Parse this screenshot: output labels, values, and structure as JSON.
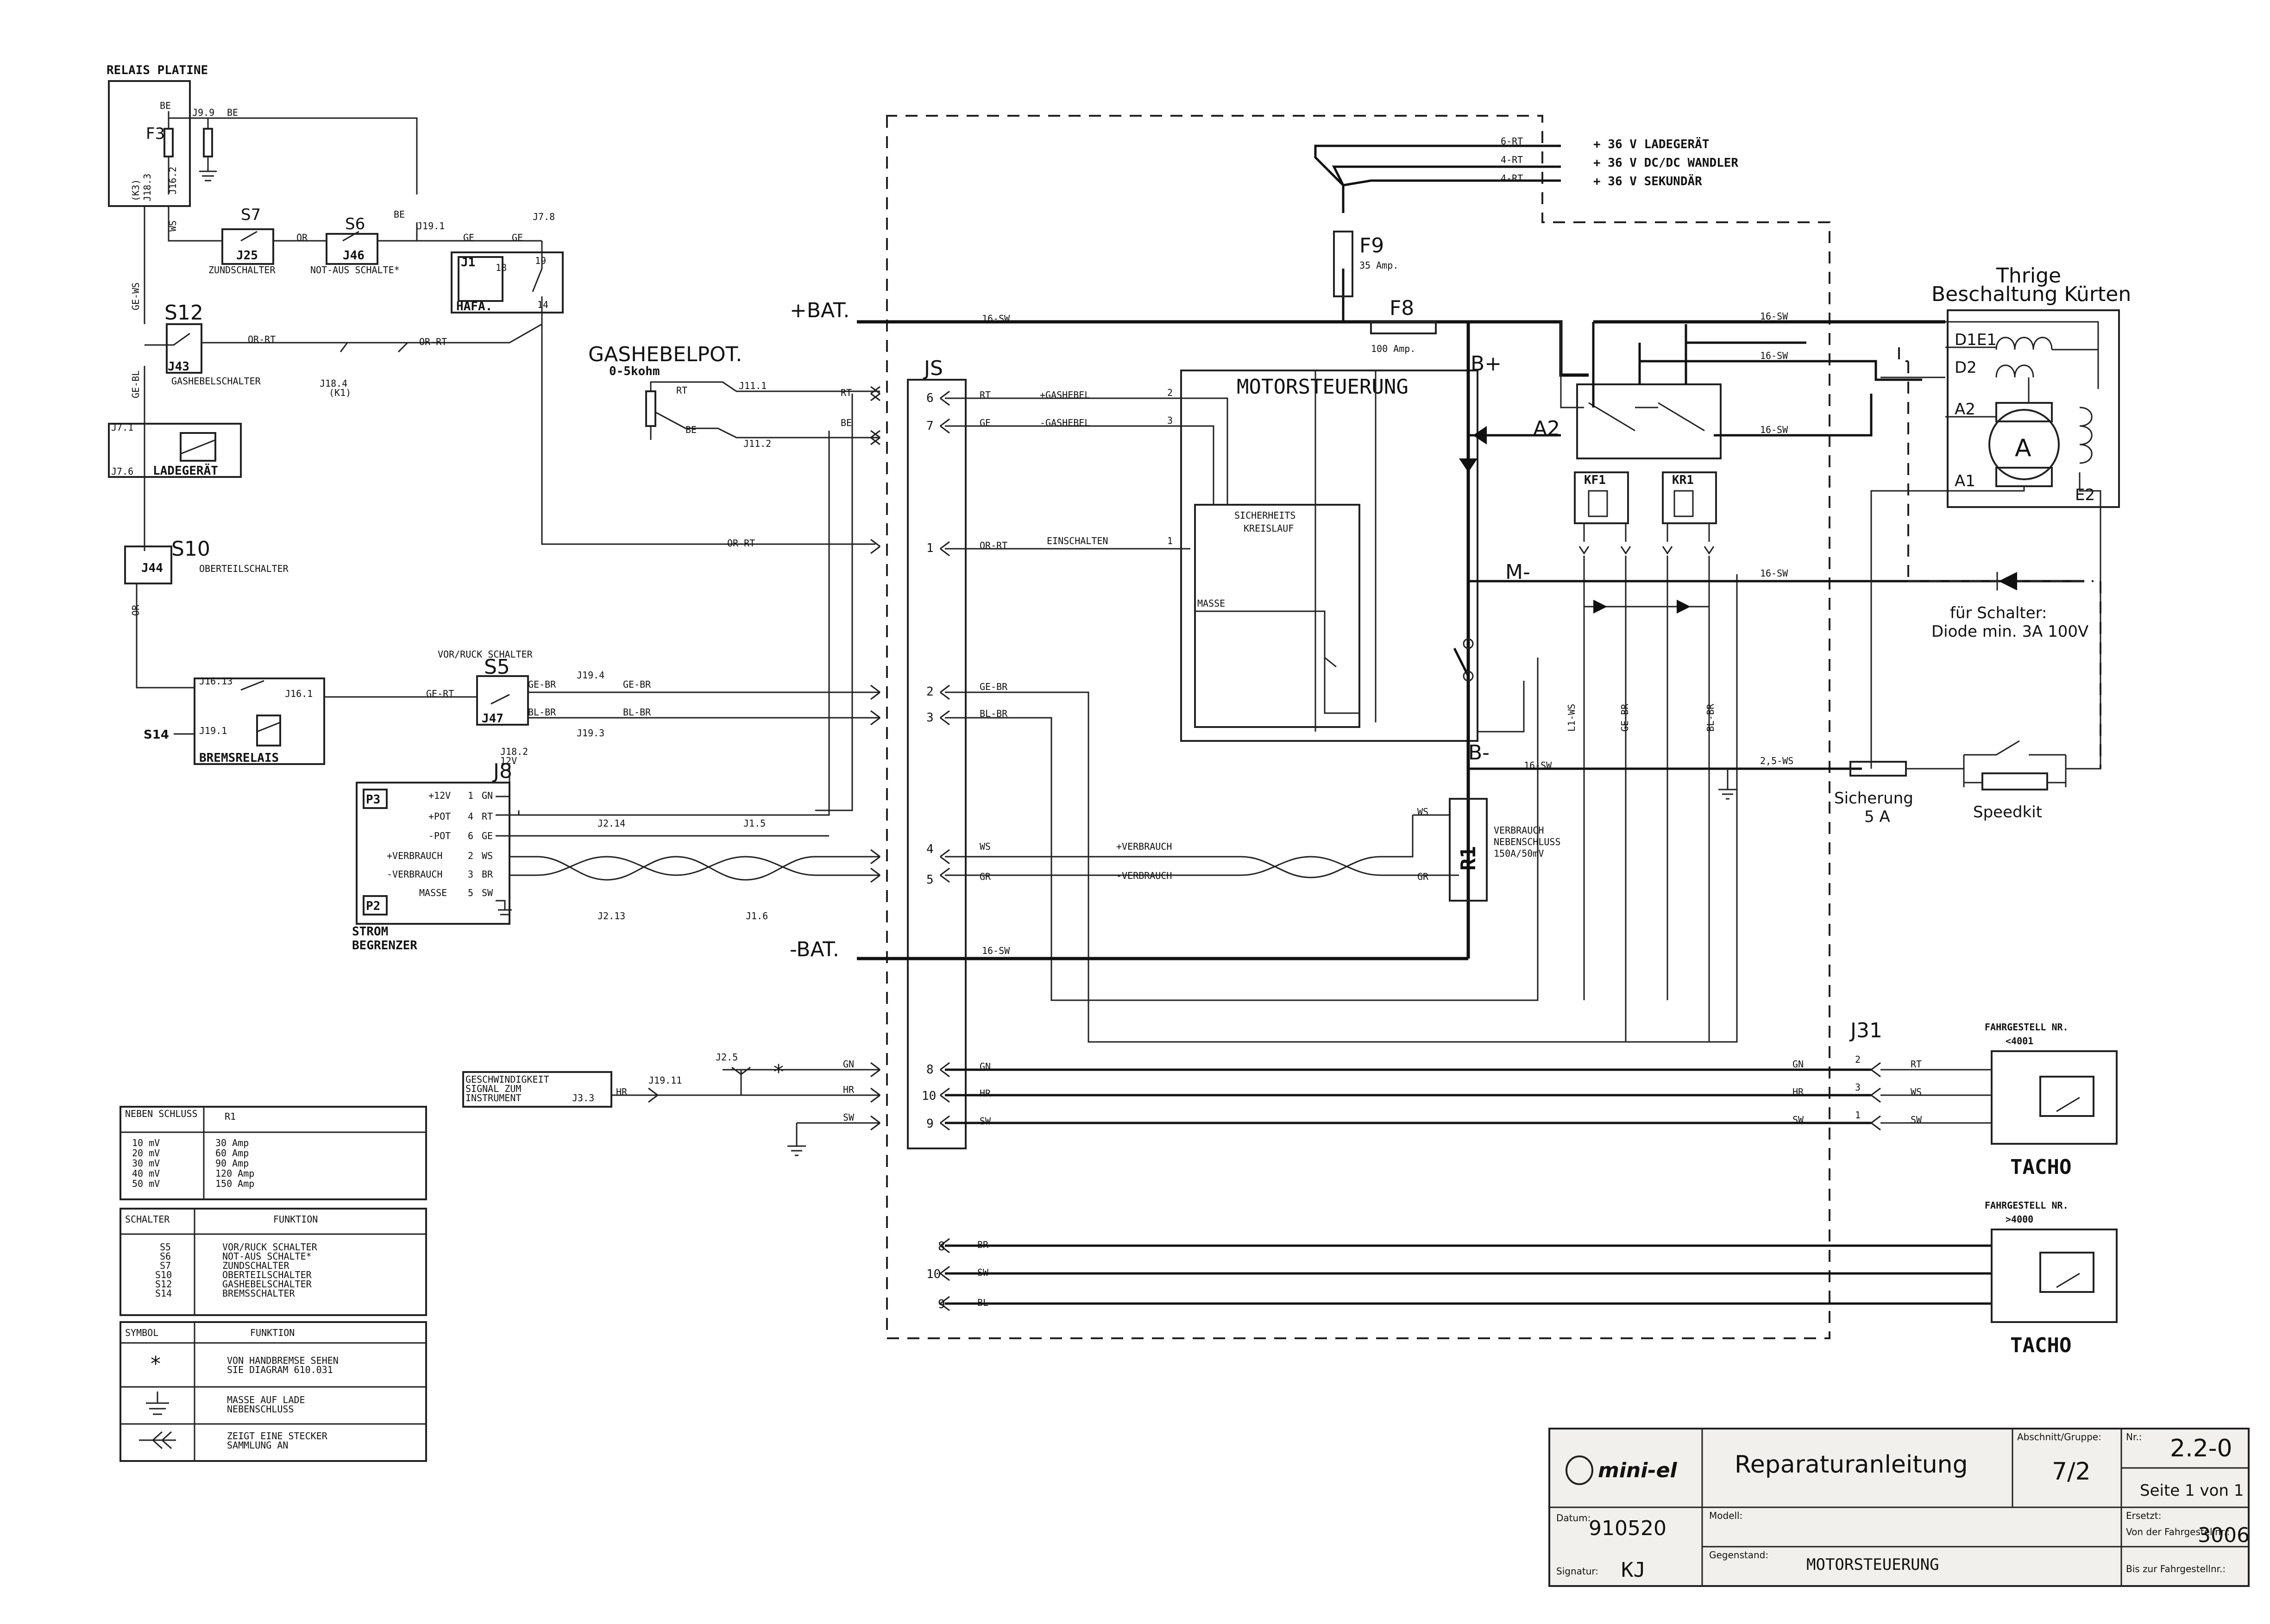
{
  "relais": {
    "title": "RELAIS PLATINE",
    "f3": "F3",
    "j9": "J9.9",
    "be": "BE",
    "be2": "BE",
    "k31": "(K3)",
    "j18": "J18.3",
    "j16": "J16.2",
    "ws": "WS",
    "s7": "S7",
    "s6": "S6",
    "j25": "J25",
    "j46": "J46",
    "or": "OR",
    "zund": "ZUNDSCHALTER",
    "notaus": "NOT-AUS SCHALTE*",
    "j19_1": "J19.1",
    "ge": "GE",
    "ge2": "GE",
    "j7_8": "J7.8",
    "j1": "J1",
    "hafa": "HAFA.",
    "p18": "18",
    "p19": "19",
    "p14": "14",
    "gews": "GE-WS",
    "s12": "S12",
    "j43": "J43",
    "gashebelschalter": "GASHEBELSCHALTER",
    "orrt": "OR-RT",
    "orrt2": "OR-RT",
    "j18_4": "J18.4",
    "k1": "(K1)",
    "gebl": "GE-BL",
    "j7_1": "J7.1",
    "j7_6": "J7.6",
    "ladegeraet": "LADEGERÄT",
    "s10": "S10",
    "j44": "J44",
    "oberteil": "OBERTEILSCHALTER",
    "or2": "OR",
    "vorruck": "VOR/RUCK SCHALTER",
    "s5": "S5",
    "j19_4": "J19.4",
    "j19_3": "J19.3",
    "j47": "J47",
    "gebr": "GE-BR",
    "gebr2": "GE-BR",
    "blbr": "BL-BR",
    "blbr2": "BL-BR",
    "gert": "GE-RT",
    "j16_13": "J16.13",
    "j16_1": "J16.1",
    "j19_1b": "J19.1",
    "s14": "S14",
    "bremsrelais": "BREMSRELAIS"
  },
  "gas": {
    "title": "GASHEBELPOT.",
    "range": "0-5kohm",
    "j11_1": "J11.1",
    "j11_2": "J11.2",
    "rt": "RT",
    "be": "BE",
    "rt2": "RT",
    "be2": "BE"
  },
  "strom": {
    "j8": "J8",
    "j18_2": "J18.2",
    "v12": "12V",
    "p3": "P3",
    "p2": "P2",
    "r12": "+12V",
    "rpot": "+POT",
    "rmpot": "-POT",
    "rverb": "+VERBRAUCH",
    "rmverb": "-VERBRAUCH",
    "rmasse": "MASSE",
    "n1": "1",
    "n4": "4",
    "n6": "6",
    "n2": "2",
    "n3": "3",
    "n5": "5",
    "gn": "GN",
    "rt": "RT",
    "ge": "GE",
    "ws": "WS",
    "br": "BR",
    "sw": "SW",
    "j2_14": "J2.14",
    "j1_5": "J1.5",
    "j2_13": "J2.13",
    "j1_6": "J1.6",
    "title1": "STROM",
    "title2": "BEGRENZER"
  },
  "js": {
    "title": "JS",
    "p6": "6",
    "p7": "7",
    "p1": "1",
    "p2": "2",
    "p3": "3",
    "p4": "4",
    "p5": "5",
    "p8": "8",
    "p10": "10",
    "p9": "9",
    "rt": "RT",
    "ge": "GE",
    "orrt": "OR-RT",
    "gebr": "GE-BR",
    "blbr": "BL-BR",
    "ws": "WS",
    "gr": "GR",
    "gn": "GN",
    "hr": "HR",
    "sw": "SW",
    "b8": "8",
    "b10": "10",
    "b9": "9",
    "br": "BR",
    "sw2": "SW",
    "bl": "BL",
    "ortop": "OR-RT"
  },
  "motor": {
    "title": "MOTORSTEUERUNG",
    "gas_plus": "+GASHEBEL",
    "gas_minus": "-GASHEBEL",
    "n2": "2",
    "n3": "3",
    "einschalten": "EINSCHALTEN",
    "n1": "1",
    "sich1": "SICHERHEITS",
    "sich2": "KREISLAUF",
    "masse": "MASSE",
    "verb_plus": "+VERBRAUCH",
    "verb_minus": "-VERBRAUCH",
    "bplus": "B+",
    "bminus": "B-",
    "mminus": "M-",
    "a2": "A2",
    "kf1": "KF1",
    "kr1": "KR1",
    "l1ws": "L1-WS",
    "gebr": "GE-BR",
    "blbr": "BL-BR",
    "r1": "R1",
    "ws": "WS",
    "gr": "GR",
    "verb1": "VERBRAUCH",
    "verb2": "NEBENSCHLUSS",
    "verb3": "150A/50mV"
  },
  "power": {
    "bat_plus": "+BAT.",
    "bat_minus": "-BAT.",
    "sw16": "16-SW",
    "sw16b": "16-SW",
    "f9": "F9",
    "f9amp": "35 Amp.",
    "f8": "F8",
    "f8amp": "100 Amp.",
    "rt6": "6-RT",
    "rt4": "4-RT",
    "rt4b": "4-RT",
    "out1": "+ 36 V LADEGERÄT",
    "out2": "+ 36 V DC/DC WANDLER",
    "out3": "+ 36 V SEKUNDÄR",
    "sw16c": "16-SW",
    "sw16d": "16-SW",
    "sw16e": "16-SW",
    "sw16f": "16-SW",
    "sw16g": "16-SW",
    "ws25": "2,5-WS"
  },
  "kurten": {
    "title1": "Thrige",
    "title2": "Beschaltung Kürten",
    "d1e1": "D1E1",
    "d2": "D2",
    "a2": "A2",
    "a1": "A1",
    "e2": "E2",
    "a": "A",
    "diode1": "für Schalter:",
    "diode2": "Diode min. 3A 100V",
    "fuse1": "Sicherung",
    "fuse2": "5 A",
    "speedkit": "Speedkit"
  },
  "tacho": {
    "j31": "J31",
    "gn": "GN",
    "hr": "HR",
    "sw": "SW",
    "n2": "2",
    "n3": "3",
    "n1": "1",
    "rt": "RT",
    "ws": "WS",
    "sw2": "SW",
    "fg1a": "FAHRGESTELL NR.",
    "fg1b": "<4001",
    "fg2a": "FAHRGESTELL NR.",
    "fg2b": ">4000",
    "tacho1": "TACHO",
    "tacho2": "TACHO",
    "gesch1": "GESCHWINDIGKEIT",
    "gesch2": "SIGNAL ZUM",
    "gesch3": "INSTRUMENT",
    "hr2": "HR",
    "j19_11": "J19.11",
    "j3_3": "J3.3",
    "j2_5": "J2.5",
    "star": "*",
    "gn2": "GN",
    "hr3": "HR",
    "sw3": "SW"
  },
  "table_r1": {
    "h1": "NEBEN SCHLUSS",
    "h2": "R1",
    "rows": [
      {
        "a": "10 mV",
        "b": "30 Amp"
      },
      {
        "a": "20 mV",
        "b": "60 Amp"
      },
      {
        "a": "30 mV",
        "b": "90 Amp"
      },
      {
        "a": "40 mV",
        "b": "120 Amp"
      },
      {
        "a": "50 mV",
        "b": "150 Amp"
      }
    ]
  },
  "table_sch": {
    "h1": "SCHALTER",
    "h2": "FUNKTION",
    "rows": [
      {
        "a": "S5",
        "b": "VOR/RUCK SCHALTER"
      },
      {
        "a": "S6",
        "b": "NOT-AUS SCHALTE*"
      },
      {
        "a": "S7",
        "b": "ZUNDSCHALTER"
      },
      {
        "a": "S10",
        "b": "OBERTEILSCHALTER"
      },
      {
        "a": "S12",
        "b": "GASHEBELSCHALTER"
      },
      {
        "a": "S14",
        "b": "BREMSSCHALTER"
      }
    ]
  },
  "table_sym": {
    "h1": "SYMBOL",
    "h2": "FUNKTION",
    "r1a": "*",
    "r1b": "VON HANDBREMSE SEHEN",
    "r1c": "SIE DIAGRAM 610.031",
    "r2b": "MASSE AUF LADE",
    "r2c": "NEBENSCHLUSS",
    "r3b": "ZEIGT EINE STECKER",
    "r3c": "SAMMLUNG AN"
  },
  "titleblock": {
    "brand": "mini-el",
    "title": "Reparaturanleitung",
    "abschnitt_label": "Abschnitt/Gruppe:",
    "abschnitt": "7/2",
    "nr_label": "Nr.:",
    "nr": "2.2-0",
    "seite": "Seite 1 von 1",
    "datum_label": "Datum:",
    "datum": "910520",
    "modell_label": "Modell:",
    "ersetzt_label": "Ersetzt:",
    "gegenstand_label": "Gegenstand:",
    "gegenstand": "MOTORSTEUERUNG",
    "von_label": "Von der Fahrgestellnr.:",
    "von": "3006",
    "bis_label": "Bis zur Fahrgestellnr.:",
    "signatur_label": "Signatur:",
    "signatur": "KJ"
  }
}
